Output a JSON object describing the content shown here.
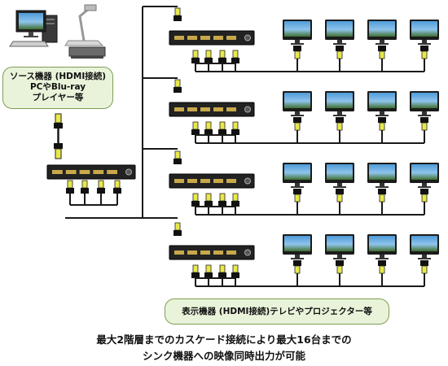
{
  "source_label": {
    "line1": "ソース機器 (HDMI接続)",
    "line2": "PCやBlu-ray",
    "line3": "プレイヤー等"
  },
  "display_label": "表示機器 (HDMI接続)テレビやプロジェクター等",
  "caption": {
    "line1": "最大2階層までのカスケード接続により最大16台までの",
    "line2": "シンク機器への映像同時出力が可能"
  },
  "tiers": {
    "first_level_splitters": 1,
    "second_level_splitters": 4,
    "displays_per_splitter": 4,
    "max_displays": 16
  },
  "colors": {
    "cable": "#1a1a1a",
    "connector_tip": "#e8e84a",
    "splitter_body": "#222222",
    "port": "#c8a84a",
    "label_fill": "#e9f3da",
    "label_border": "#7f9d55"
  },
  "icons": {
    "source": "pc-tower-icon",
    "document_camera": "document-camera-icon",
    "player": "blu-ray-player-icon",
    "display": "monitor-icon",
    "splitter": "hdmi-splitter-icon",
    "plug": "hdmi-plug-icon"
  }
}
